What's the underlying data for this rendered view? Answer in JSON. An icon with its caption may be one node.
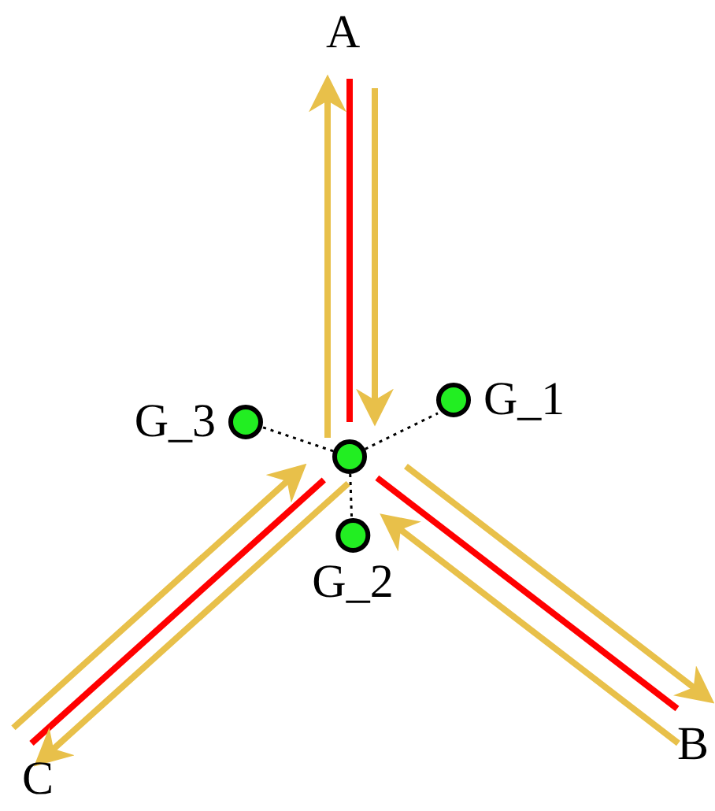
{
  "diagram": {
    "nodes": [
      {
        "text": [],
        "shape": "circle"
      },
      {
        "text": [
          "A"
        ]
      },
      {
        "text": [
          "B"
        ]
      },
      {
        "text": [
          "C"
        ]
      },
      {
        "text": [
          "G_1"
        ]
      },
      {
        "text": [
          "G_2"
        ]
      },
      {
        "text": [
          "G_3"
        ]
      }
    ],
    "edges": [
      {
        "from": 0,
        "to": 1,
        "arrow": "none",
        "color": "#ff0000"
      },
      {
        "from": 0,
        "to": 2,
        "arrow": "none",
        "color": "#ff0000"
      },
      {
        "from": 0,
        "to": 3,
        "arrow": "none",
        "color": "#ff0000"
      },
      {
        "from": 0,
        "to": 1,
        "arrow": "to",
        "color": "#e8c04a"
      },
      {
        "from": 1,
        "to": 0,
        "arrow": "to",
        "color": "#e8c04a"
      },
      {
        "from": 0,
        "to": 2,
        "arrow": "to",
        "color": "#e8c04a"
      },
      {
        "from": 2,
        "to": 0,
        "arrow": "to",
        "color": "#e8c04a"
      },
      {
        "from": 3,
        "to": 0,
        "arrow": "to",
        "color": "#e8c04a"
      },
      {
        "from": 0,
        "to": 3,
        "arrow": "to",
        "color": "#e8c04a"
      },
      {
        "from": 0,
        "to": 4,
        "arrow": "none",
        "style": "dashed",
        "color": "#000000"
      },
      {
        "from": 0,
        "to": 5,
        "arrow": "none",
        "style": "dashed",
        "color": "#000000"
      },
      {
        "from": 0,
        "to": 6,
        "arrow": "none",
        "style": "dashed",
        "color": "#000000"
      }
    ]
  }
}
